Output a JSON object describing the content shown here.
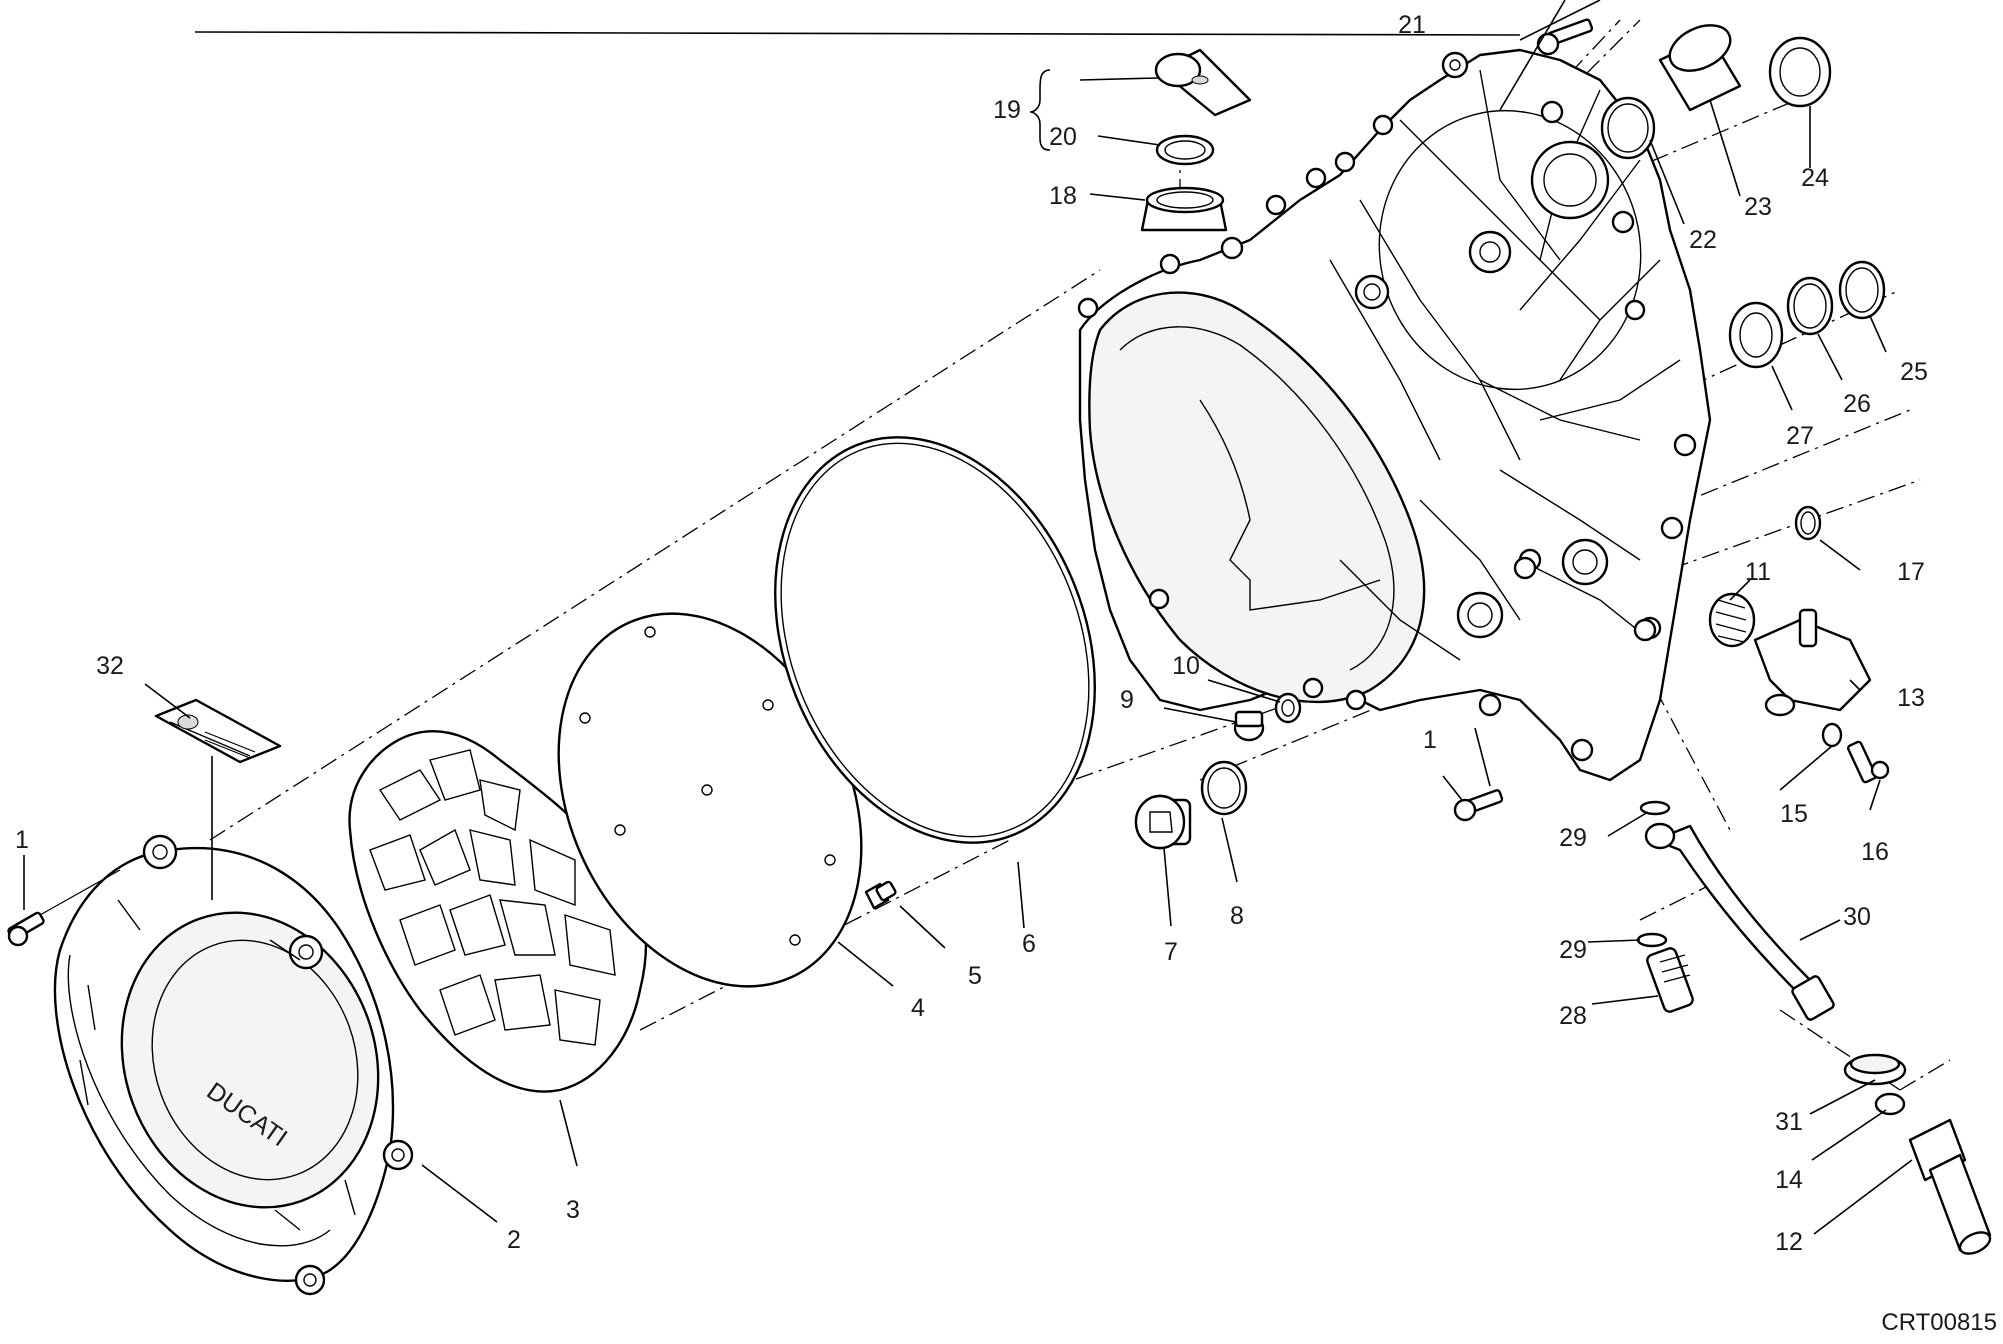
{
  "diagram_code": "CRT00815",
  "brand_text": "DUCATI",
  "parts": [
    {
      "id": "1"
    },
    {
      "id": "2"
    },
    {
      "id": "3"
    },
    {
      "id": "4"
    },
    {
      "id": "5"
    },
    {
      "id": "6"
    },
    {
      "id": "7"
    },
    {
      "id": "8"
    },
    {
      "id": "9"
    },
    {
      "id": "10"
    },
    {
      "id": "11"
    },
    {
      "id": "12"
    },
    {
      "id": "13"
    },
    {
      "id": "14"
    },
    {
      "id": "15"
    },
    {
      "id": "16"
    },
    {
      "id": "17"
    },
    {
      "id": "18"
    },
    {
      "id": "19"
    },
    {
      "id": "20"
    },
    {
      "id": "21"
    },
    {
      "id": "22"
    },
    {
      "id": "23"
    },
    {
      "id": "24"
    },
    {
      "id": "25"
    },
    {
      "id": "26"
    },
    {
      "id": "27"
    },
    {
      "id": "28"
    },
    {
      "id": "29"
    },
    {
      "id": "30"
    },
    {
      "id": "31"
    },
    {
      "id": "32"
    }
  ]
}
